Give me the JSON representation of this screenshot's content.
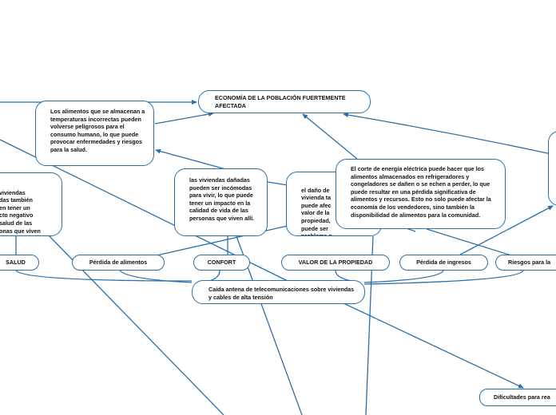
{
  "colors": {
    "line": "#2c6fa8",
    "node_border": "#2c6fa8",
    "background": "#ffffff"
  },
  "nodes": {
    "economia": "ECONOMÍA DE LA POBLACIÓN FUERTEMENTE AFECTADA",
    "alimentos_temp": "Los alimentos que se almacenan a temperaturas incorrectas pueden volverse peligrosos para el consumo humano, lo que puede provocar enfermedades y riesgos para la salud.",
    "viviendas_left": "viviendas\ndas también\nen tener un\ncto negativo\nsalud de las\nonas que viven",
    "viviendas_mid": "las viviendas dañadas pueden ser incómodas para vivir, lo que puede tener un impacto en la calidad de vida de las personas que viven allí.",
    "dano_vivienda": "el daño de\nvivienda ta\npuede afec\nvalor de la\npropiedad,\npuede ser\nproblema p\npersonas que desean",
    "corte_energia": "El corte de energía eléctrica puede hacer que los alimentos almacenados en refrigeradores y congeladores se dañen o se echen a perder, lo que puede resultar en una pérdida significativa de alimentos y recursos. Esto no solo puede afectar la economía de los vendedores, sino también la disponibilidad de alimentos para la comunidad.",
    "salud": "SALUD",
    "perdida_alimentos": "Pérdida de alimentos",
    "confort": "CONFORT",
    "valor_propiedad": "VALOR DE LA PROPIEDAD",
    "perdida_ingresos": "Pérdida de ingresos",
    "riesgos": "Riesgos para la",
    "root": "Caída antena de telecomunicaciones sobre viviendas y cables de alta tensión",
    "dificultades": "Dificultades para rea"
  }
}
